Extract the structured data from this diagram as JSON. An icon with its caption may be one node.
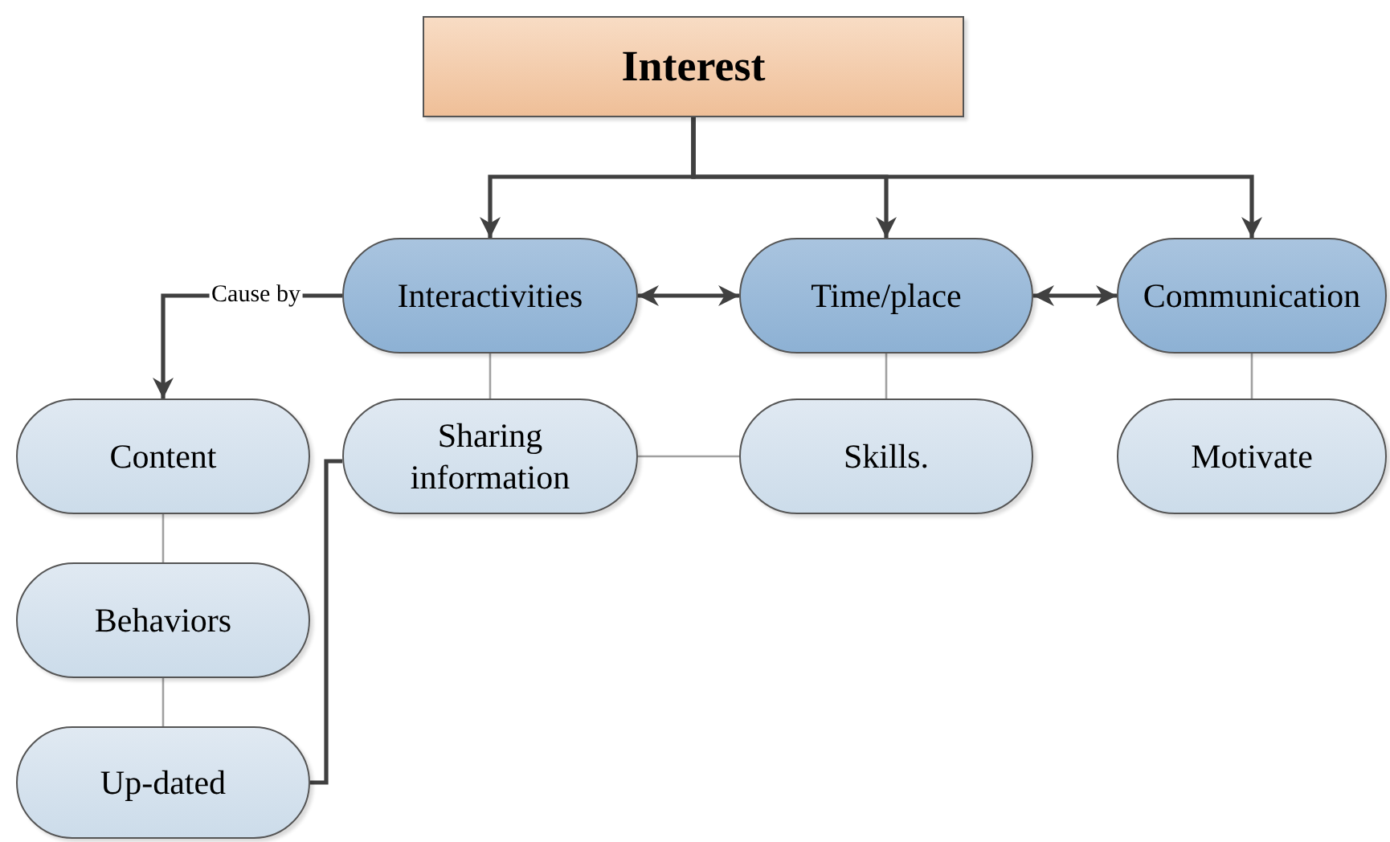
{
  "diagram": {
    "nodes": [
      {
        "text": [
          "Interest"
        ]
      },
      {
        "text": [
          "Interactivities"
        ]
      },
      {
        "text": [
          "Time/place"
        ]
      },
      {
        "text": [
          "Communication"
        ]
      },
      {
        "text": [
          "Content"
        ]
      },
      {
        "text": [
          "Sharing information"
        ]
      },
      {
        "text": [
          "Skills."
        ]
      },
      {
        "text": [
          "Motivate"
        ]
      },
      {
        "text": [
          "Behaviors"
        ]
      },
      {
        "text": [
          "Up-dated"
        ]
      }
    ],
    "edges": [
      {
        "from": 0,
        "to": 1,
        "arrow": "to"
      },
      {
        "from": 0,
        "to": 2,
        "arrow": "to"
      },
      {
        "from": 0,
        "to": 3,
        "arrow": "to"
      },
      {
        "from": 1,
        "to": 2,
        "arrow": "both"
      },
      {
        "from": 2,
        "to": 3,
        "arrow": "both"
      },
      {
        "from": 1,
        "to": 4,
        "arrow": "to",
        "label": "Cause by"
      },
      {
        "from": 1,
        "to": 5,
        "arrow": "none",
        "color": "#a0a0a0"
      },
      {
        "from": 2,
        "to": 6,
        "arrow": "none",
        "color": "#a0a0a0"
      },
      {
        "from": 3,
        "to": 7,
        "arrow": "none",
        "color": "#a0a0a0"
      },
      {
        "from": 5,
        "to": 6,
        "arrow": "none",
        "color": "#a0a0a0"
      },
      {
        "from": 4,
        "to": 8,
        "arrow": "none",
        "color": "#a0a0a0"
      },
      {
        "from": 8,
        "to": 9,
        "arrow": "none",
        "color": "#a0a0a0"
      },
      {
        "from": 9,
        "to": 5,
        "arrow": "none"
      }
    ]
  }
}
